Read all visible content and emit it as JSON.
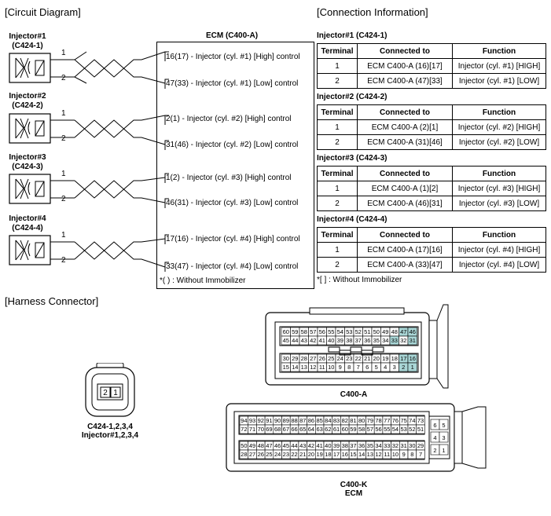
{
  "sections": {
    "circuit": "[Circuit Diagram]",
    "connection": "[Connection Information]",
    "harness": "[Harness Connector]"
  },
  "ecm_title": "ECM (C400-A)",
  "injectors": [
    {
      "name": "Injector#1",
      "conn": "(C424-1)",
      "t1": "1",
      "t2": "2",
      "high": "16(17) - Injector (cyl. #1) [High] control",
      "low": "47(33) - Injector (cyl. #1) [Low] control"
    },
    {
      "name": "Injector#2",
      "conn": "(C424-2)",
      "t1": "1",
      "t2": "2",
      "high": "2(1) - Injector (cyl. #2) [High] control",
      "low": "31(46) - Injector (cyl. #2) [Low] control"
    },
    {
      "name": "Injector#3",
      "conn": "(C424-3)",
      "t1": "1",
      "t2": "2",
      "high": "1(2) - Injector (cyl. #3) [High] control",
      "low": "46(31) - Injector (cyl. #3) [Low] control"
    },
    {
      "name": "Injector#4",
      "conn": "(C424-4)",
      "t1": "1",
      "t2": "2",
      "high": "17(16) - Injector (cyl. #4) [High] control",
      "low": "33(47) - Injector (cyl. #4) [Low] control"
    }
  ],
  "circuit_note": "*( ) : Without Immobilizer",
  "table_headers": {
    "terminal": "Terminal",
    "connected": "Connected to",
    "function": "Function"
  },
  "tables": [
    {
      "title": "Injector#1 (C424-1)",
      "rows": [
        {
          "terminal": "1",
          "connected": "ECM C400-A (16)[17]",
          "function": "Injector (cyl. #1) [HIGH]"
        },
        {
          "terminal": "2",
          "connected": "ECM C400-A (47)[33]",
          "function": "Injector (cyl. #1) [LOW]"
        }
      ]
    },
    {
      "title": "Injector#2 (C424-2)",
      "rows": [
        {
          "terminal": "1",
          "connected": "ECM C400-A (2)[1]",
          "function": "Injector (cyl. #2) [HIGH]"
        },
        {
          "terminal": "2",
          "connected": "ECM C400-A (31)[46]",
          "function": "Injector (cyl. #2) [LOW]"
        }
      ]
    },
    {
      "title": "Injector#3 (C424-3)",
      "rows": [
        {
          "terminal": "1",
          "connected": "ECM C400-A (1)[2]",
          "function": "Injector (cyl. #3) [HIGH]"
        },
        {
          "terminal": "2",
          "connected": "ECM C400-A (46)[31]",
          "function": "Injector (cyl. #3) [LOW]"
        }
      ]
    },
    {
      "title": "Injector#4 (C424-4)",
      "rows": [
        {
          "terminal": "1",
          "connected": "ECM C400-A (17)[16]",
          "function": "Injector (cyl. #4) [HIGH]"
        },
        {
          "terminal": "2",
          "connected": "ECM C400-A (33)[47]",
          "function": "Injector (cyl. #4) [LOW]"
        }
      ]
    }
  ],
  "table_note": "*[ ] : Without Immobilizer",
  "injector_connector": {
    "pins": [
      "2",
      "1"
    ],
    "caption1": "C424-1,2,3,4",
    "caption2": "Injector#1,2,3,4"
  },
  "c400a": {
    "caption": "C400-A",
    "highlight_color": "#a9d6d6",
    "highlighted": [
      "46",
      "47",
      "33",
      "31",
      "16",
      "17",
      "1",
      "2"
    ],
    "rows": [
      [
        "60",
        "59",
        "58",
        "57",
        "56",
        "55",
        "54",
        "53",
        "52",
        "51",
        "50",
        "49",
        "48",
        "47",
        "46"
      ],
      [
        "45",
        "44",
        "43",
        "42",
        "41",
        "40",
        "39",
        "38",
        "37",
        "36",
        "35",
        "34",
        "33",
        "32",
        "31"
      ],
      [
        "30",
        "29",
        "28",
        "27",
        "26",
        "25",
        "24",
        "23",
        "22",
        "21",
        "20",
        "19",
        "18",
        "17",
        "16"
      ],
      [
        "15",
        "14",
        "13",
        "12",
        "11",
        "10",
        "9",
        "8",
        "7",
        "6",
        "5",
        "4",
        "3",
        "2",
        "1"
      ]
    ]
  },
  "c400k": {
    "caption1": "C400-K",
    "caption2": "ECM",
    "rows": [
      [
        "94",
        "93",
        "92",
        "91",
        "90",
        "89",
        "88",
        "87",
        "86",
        "85",
        "84",
        "83",
        "82",
        "81",
        "80",
        "79",
        "78",
        "77",
        "76",
        "75",
        "74",
        "73"
      ],
      [
        "72",
        "71",
        "70",
        "69",
        "68",
        "67",
        "66",
        "65",
        "64",
        "63",
        "62",
        "61",
        "60",
        "59",
        "58",
        "57",
        "56",
        "55",
        "54",
        "53",
        "52",
        "51"
      ],
      [
        "50",
        "49",
        "48",
        "47",
        "46",
        "45",
        "44",
        "43",
        "42",
        "41",
        "40",
        "39",
        "38",
        "37",
        "36",
        "35",
        "34",
        "33",
        "32",
        "31",
        "30",
        "29"
      ],
      [
        "28",
        "27",
        "26",
        "25",
        "24",
        "23",
        "22",
        "21",
        "20",
        "19",
        "18",
        "17",
        "16",
        "15",
        "14",
        "13",
        "12",
        "11",
        "10",
        "9",
        "8",
        "7"
      ]
    ],
    "side": [
      [
        "6",
        "5"
      ],
      [
        "4",
        "3"
      ],
      [
        "2",
        "1"
      ]
    ]
  }
}
